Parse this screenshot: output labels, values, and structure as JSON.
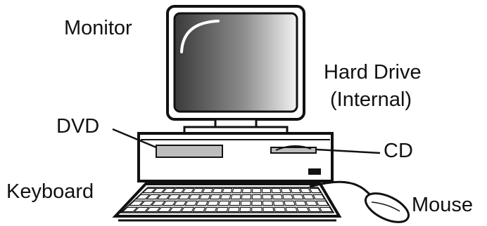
{
  "diagram": {
    "labels": {
      "monitor": "Monitor",
      "hard_drive_line1": "Hard Drive",
      "hard_drive_line2": "(Internal)",
      "dvd": "DVD",
      "cd": "CD",
      "keyboard": "Keyboard",
      "mouse": "Mouse"
    },
    "colors": {
      "ink": "#111111",
      "screen_dark": "#3a3a3a",
      "screen_light": "#f2f2f2",
      "slot_fill": "#bdbdbd"
    },
    "icons": [
      "monitor-icon",
      "computer-case-icon",
      "keyboard-icon",
      "mouse-icon"
    ]
  }
}
